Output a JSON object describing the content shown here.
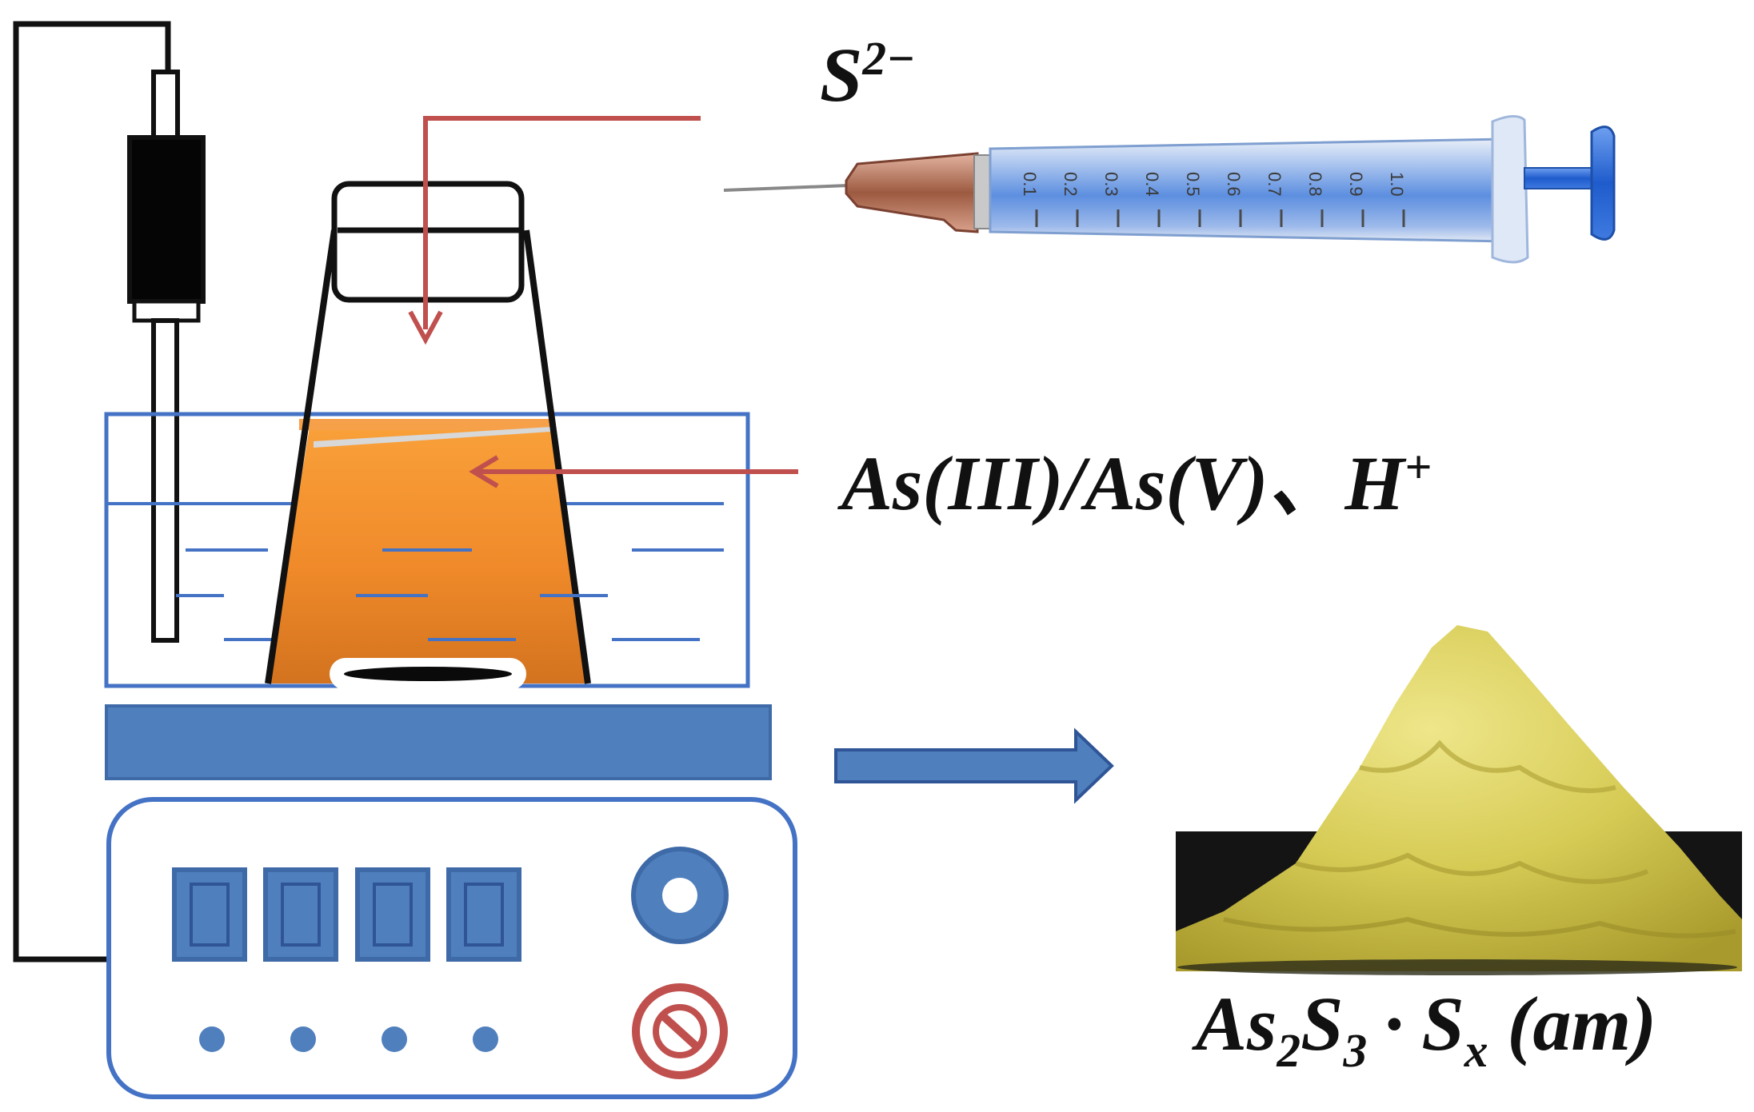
{
  "labels": {
    "sulfide_base": "S",
    "sulfide_sup": "2−",
    "reagents_main": "As(III)/As(V)、H",
    "reagents_sup": "+",
    "product_as": "As",
    "product_as_sub": "2",
    "product_s": "S",
    "product_s_sub": "3",
    "product_dot": "·",
    "product_sx": "S",
    "product_sx_sub": "x",
    "product_phase": "(am)"
  },
  "syringe": {
    "scale_marks": [
      "0.1",
      "0.2",
      "0.3",
      "0.4",
      "0.5",
      "0.6",
      "0.7",
      "0.8",
      "0.9",
      "1.0"
    ]
  },
  "hotplate": {
    "display_count": 4,
    "button_count": 4,
    "knob_icons": [
      "power-knob-icon",
      "stop-knob-icon"
    ]
  },
  "colors": {
    "outline_blue": "#4472c4",
    "fill_blue": "#4f7fbd",
    "solution_orange": "#f4912b",
    "arrow_red": "#c0504d",
    "powder_yellow": "#d9cf5a",
    "syringe_blue": "#2f6fd0",
    "needle_hub_copper": "#b0664a"
  }
}
